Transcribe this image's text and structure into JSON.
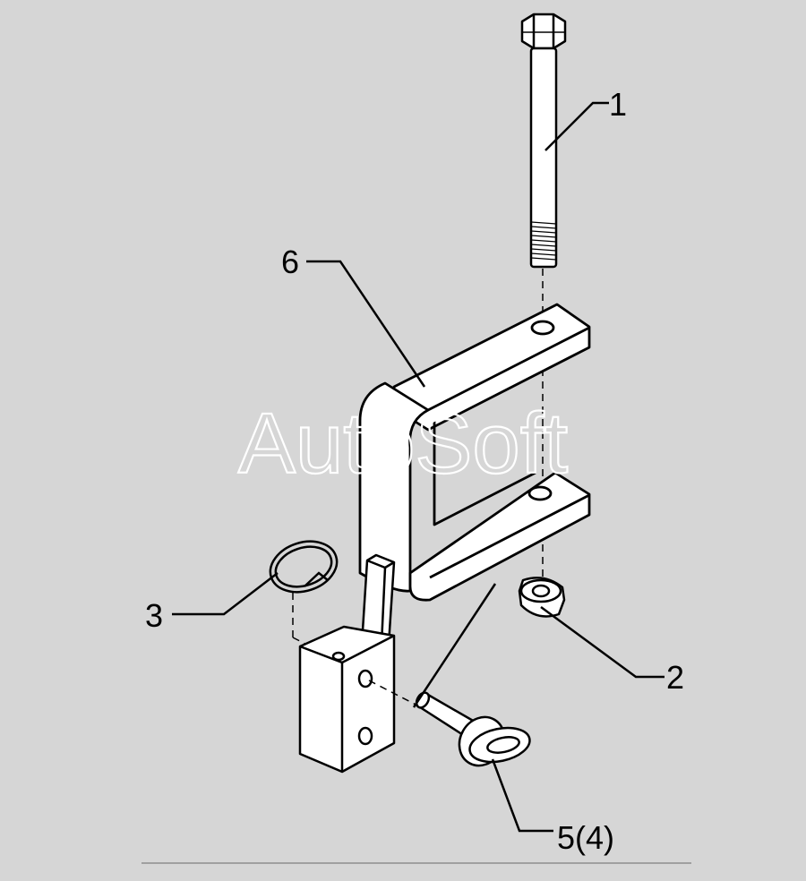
{
  "diagram": {
    "colors": {
      "background": "#d6d6d6",
      "part_fill": "#ffffff",
      "line": "#000000",
      "watermark": "#ffffff"
    },
    "callouts": [
      {
        "id": "1",
        "label": "1"
      },
      {
        "id": "2",
        "label": "2"
      },
      {
        "id": "3",
        "label": "3"
      },
      {
        "id": "5",
        "label": "5(4)"
      },
      {
        "id": "6",
        "label": "6"
      }
    ],
    "watermark": "AutoSoft"
  }
}
